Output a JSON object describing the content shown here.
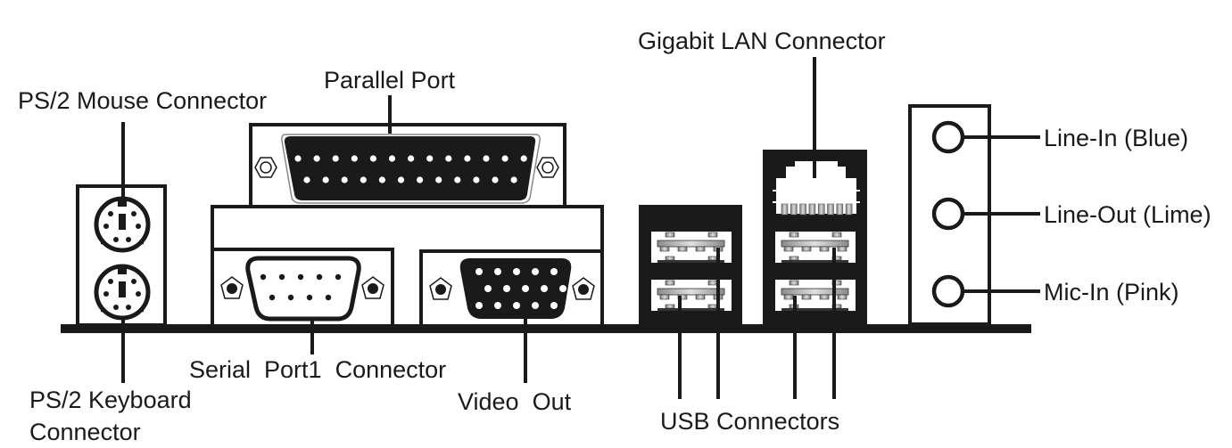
{
  "diagram": {
    "title": "Motherboard Rear I/O Panel",
    "colors": {
      "ink": "#1a1a1a",
      "paper": "#ffffff",
      "metal_light": "#e0e0e0",
      "metal_dark": "#8a8a8a"
    },
    "labels": {
      "ps2_mouse": "PS/2 Mouse Connector",
      "parallel": "Parallel Port",
      "lan": "Gigabit LAN Connector",
      "line_in": "Line-In (Blue)",
      "line_out": "Line-Out (Lime)",
      "mic_in": "Mic-In (Pink)",
      "ps2_keyboard_line1": "PS/2 Keyboard",
      "ps2_keyboard_line2": "Connector",
      "serial": "Serial  Port1  Connector",
      "video": "Video  Out",
      "usb": "USB Connectors"
    },
    "connectors": [
      {
        "id": "ps2-mouse",
        "type": "PS/2 mini-DIN 6-pin",
        "count": 1
      },
      {
        "id": "ps2-keyboard",
        "type": "PS/2 mini-DIN 6-pin",
        "count": 1
      },
      {
        "id": "parallel",
        "type": "DB-25",
        "pins_row1": 13,
        "pins_row2": 12
      },
      {
        "id": "serial",
        "type": "DB-9",
        "pins_row1": 5,
        "pins_row2": 4
      },
      {
        "id": "video",
        "type": "DE-15 VGA",
        "pins_row1": 5,
        "pins_row2": 5,
        "pins_row3": 5
      },
      {
        "id": "usb",
        "type": "USB Type-A",
        "count": 4
      },
      {
        "id": "lan",
        "type": "RJ-45",
        "contacts": 8
      },
      {
        "id": "audio",
        "type": "3.5mm jack",
        "count": 3
      }
    ]
  }
}
